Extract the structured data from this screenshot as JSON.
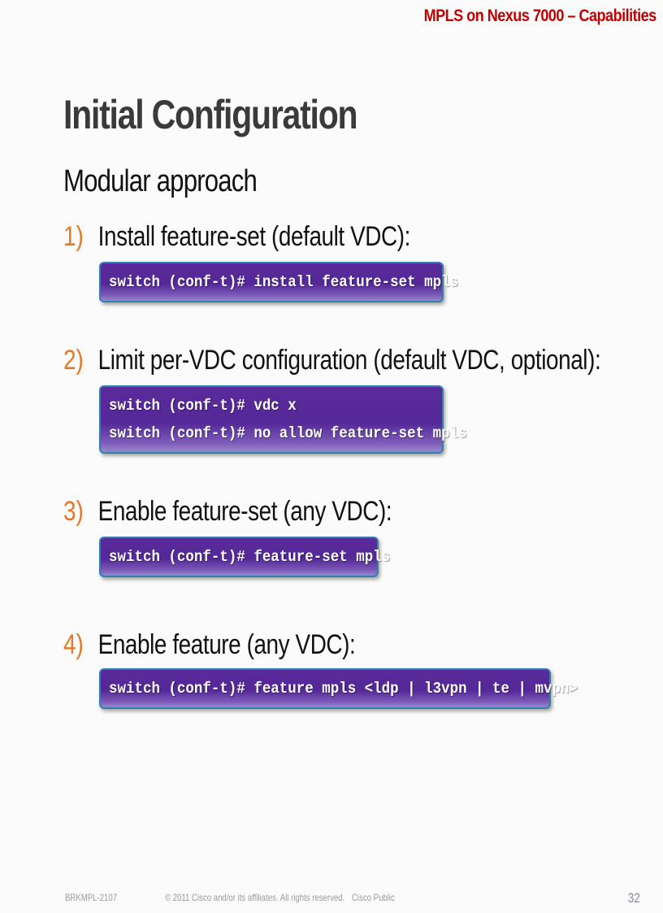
{
  "header": {
    "section_title": "MPLS on Nexus 7000 – Capabilities"
  },
  "slide": {
    "title": "Initial Configuration",
    "subtitle": "Modular approach",
    "steps": [
      {
        "number": "1)",
        "text": "Install feature-set (default VDC):",
        "code": [
          "switch (conf-t)# install feature-set mpls"
        ]
      },
      {
        "number": "2)",
        "text": "Limit per-VDC configuration (default  VDC, optional):",
        "code": [
          "switch (conf-t)# vdc x",
          "switch (conf-t)# no allow feature-set mpls"
        ]
      },
      {
        "number": "3)",
        "text": "Enable feature-set (any VDC):",
        "code": [
          "switch (conf-t)# feature-set mpls"
        ]
      },
      {
        "number": "4)",
        "text": "Enable feature (any VDC):",
        "code": [
          "switch (conf-t)# feature mpls <ldp | l3vpn | te | mvpn>"
        ]
      }
    ]
  },
  "footer": {
    "session_id": "BRKMPL-2107",
    "copyright": "© 2011 Cisco and/or its affiliates. All rights reserved.",
    "classification": "Cisco Public",
    "page_number": "32"
  },
  "colors": {
    "header_red": "#c00000",
    "step_number_orange": "#e87722",
    "code_box_purple": "#5a2a9a",
    "code_box_border": "#2f7fb0"
  }
}
